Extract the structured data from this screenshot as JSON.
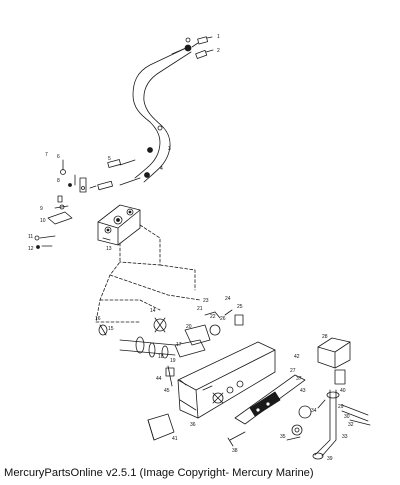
{
  "caption": "MercuryPartsOnline v2.5.1 (Image Copyright- Mercury Marine)",
  "callouts": [
    "1",
    "2",
    "3",
    "4",
    "5",
    "6",
    "7",
    "8",
    "9",
    "10",
    "11",
    "12",
    "13",
    "14",
    "15",
    "16",
    "17",
    "18",
    "19",
    "20",
    "21",
    "22",
    "23",
    "24",
    "25",
    "26",
    "27",
    "28",
    "29",
    "30",
    "31",
    "32",
    "33",
    "34",
    "35",
    "36",
    "37",
    "38",
    "39",
    "40",
    "41",
    "42",
    "43",
    "44",
    "45"
  ],
  "colors": {
    "ink": "#1a1a1a",
    "background": "#ffffff"
  }
}
